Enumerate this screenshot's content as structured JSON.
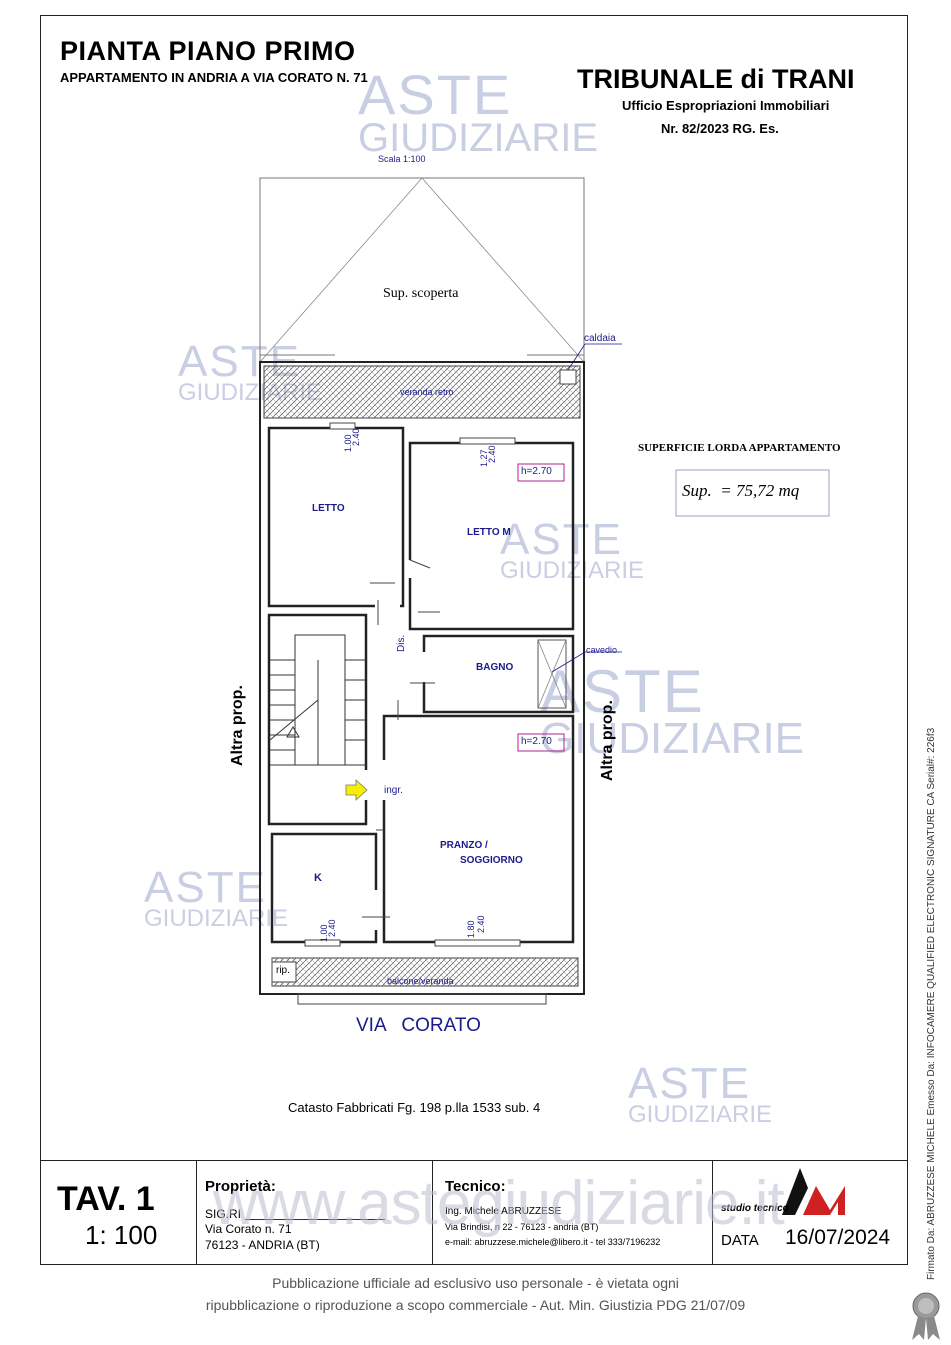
{
  "header": {
    "title": "PIANTA PIANO PRIMO",
    "subtitle": "APPARTAMENTO IN ANDRIA A VIA CORATO N. 71",
    "court": "TRIBUNALE di TRANI",
    "office": "Ufficio Espropriazioni Immobiliari",
    "case_number": "Nr. 82/2023 RG. Es."
  },
  "watermark": {
    "line1": "ASTE",
    "line2": "GIUDIZIARIE",
    "site": "www.astegiudiziarie.it"
  },
  "plan": {
    "scale": "Scala 1:100",
    "open_area": "Sup. scoperta",
    "boiler": "caldaia",
    "rear_veranda": "veranda retro",
    "rooms": {
      "letto": "LETTO",
      "letto_m": "LETTO M",
      "dis": "Dis.",
      "bagno": "BAGNO",
      "cavedio": "cavedio",
      "ingr": "ingr.",
      "pranzo": "PRANZO /",
      "soggiorno": "SOGGIORNO",
      "k": "K",
      "rip": "rip."
    },
    "heights": [
      "h=2.70",
      "h=2.70"
    ],
    "windows": [
      {
        "w": "1.00",
        "h": "2.40"
      },
      {
        "w": "1.27",
        "h": "2.40"
      },
      {
        "w": "1.00",
        "h": "2.40"
      },
      {
        "w": "1.80",
        "h": "2.40"
      }
    ],
    "balcony": "balcone/veranda",
    "left_neighbor": "Altra prop.",
    "right_neighbor": "Altra prop.",
    "street": "VIA   CORATO",
    "cadastre": "Catasto Fabbricati Fg. 198 p.lla 1533 sub. 4"
  },
  "surface": {
    "heading": "SUPERFICIE LORDA APPARTAMENTO",
    "value": "Sup.  = 75,72 mq"
  },
  "title_block": {
    "tav": "TAV. 1",
    "scale": "1: 100",
    "owner_label": "Proprietà:",
    "owner_name": "SIG.RI",
    "owner_address": "Via Corato n. 71",
    "owner_city": "76123 -  ANDRIA (BT)",
    "tech_label": "Tecnico:",
    "tech_name": "Ing. Michele ABRUZZESE",
    "tech_address": "Via Brindisi, n 22 - 76123 - andria (BT)",
    "tech_contact": "e-mail: abruzzese.michele@libero.it - tel 333/7196232",
    "studio": "studio tecnico",
    "logo": "AM",
    "date_label": "DATA",
    "date": "16/07/2024"
  },
  "footer": {
    "line1": "Pubblicazione ufficiale ad esclusivo uso personale - è vietata ogni",
    "line2": "ripubblicazione o riproduzione a scopo commerciale - Aut. Min. Giustizia PDG 21/07/09"
  },
  "signature_note": "Firmato Da: ABRUZZESE MICHELE Emesso Da: INFOCAMERE QUALIFIED ELECTRONIC SIGNATURE CA Serial#: 226f3"
}
